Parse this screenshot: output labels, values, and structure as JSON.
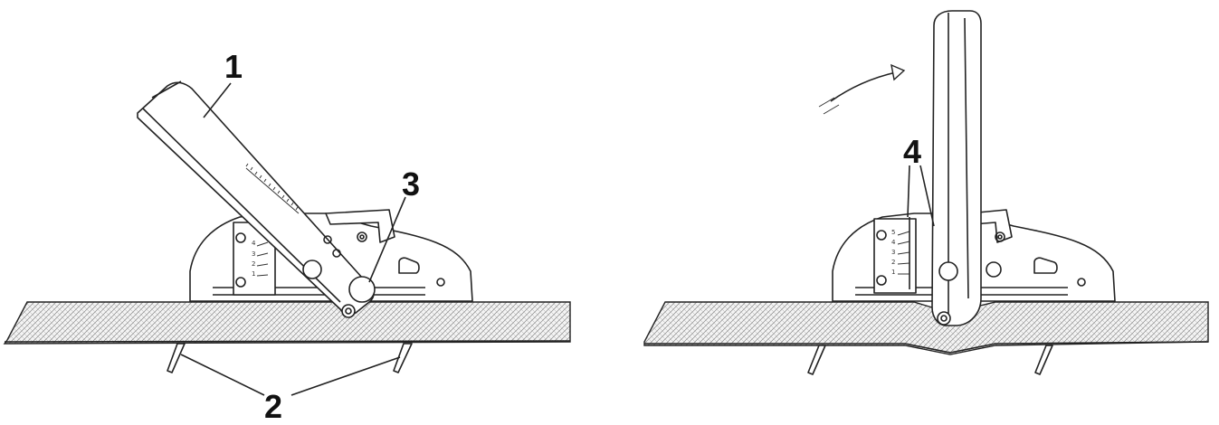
{
  "callouts": {
    "n1": "1",
    "n2": "2",
    "n3": "3",
    "n4": "4"
  },
  "scale_left": [
    "4",
    "3",
    "2",
    "1"
  ],
  "scale_right": [
    "5",
    "4",
    "3",
    "2",
    "1"
  ],
  "colors": {
    "line": "#222222",
    "board_hatch": "#888888",
    "background": "#ffffff"
  }
}
